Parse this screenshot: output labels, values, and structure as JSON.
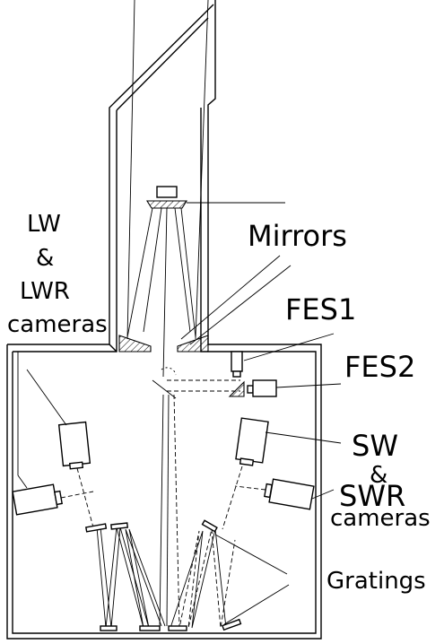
{
  "labels": {
    "lw_line1": "LW",
    "lw_line2": "&",
    "lw_line3": "LWR",
    "lw_line4": "cameras",
    "mirrors": "Mirrors",
    "fes1": "FES1",
    "fes2": "FES2",
    "sw_line1": "SW",
    "sw_line2": "&",
    "sw_line3": "SWR",
    "sw_line4": "cameras",
    "gratings": "Gratings"
  },
  "colors": {
    "ink": "#000000",
    "background": "#ffffff"
  }
}
